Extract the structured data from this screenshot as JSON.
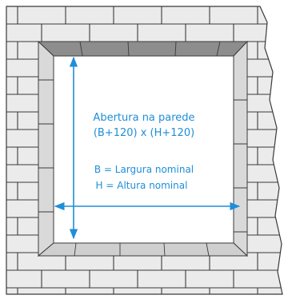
{
  "diagram": {
    "title_line1": "Abertura na parede",
    "title_line2": "(B+120) x (H+120)",
    "legend_line1": "B = Largura nominal",
    "legend_line2": "H = Altura nominal"
  },
  "colors": {
    "accent": "#1e8ed8",
    "wall_fill": "#ebebeb",
    "mortar": "#3a3a3a",
    "opening": "#ffffff",
    "bevel_top": "#8d8d8d",
    "bevel_side": "#d9d9d9",
    "bevel_bottom": "#cfcfcf"
  }
}
